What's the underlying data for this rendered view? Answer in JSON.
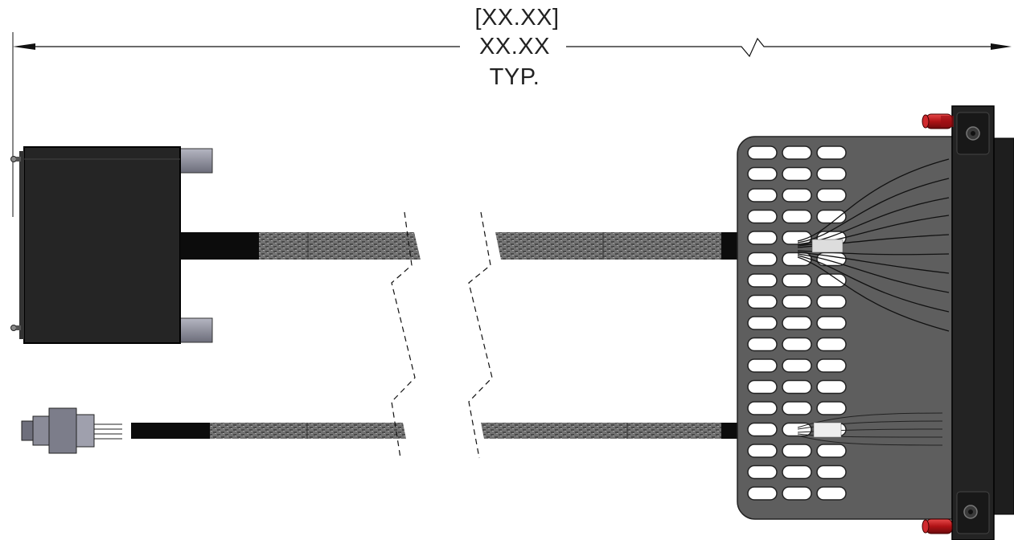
{
  "dimension": {
    "ref_value": "[XX.XX]",
    "value": "XX.XX",
    "note": "TYP."
  },
  "colors": {
    "line": "#111111",
    "box_body": "#252525",
    "panel": "#5e5e5e",
    "slot_fill": "#ffffff",
    "cable_dark": "#0c0c0c",
    "braid": "#6f6f6f",
    "red_post": "#c0181c",
    "tab": "#8a8a96"
  },
  "parts": [
    {
      "name": "backshell-connector",
      "icon": "rectangular-housing"
    },
    {
      "name": "upper-cable",
      "icon": "braided-cable"
    },
    {
      "name": "lower-cable",
      "icon": "braided-cable"
    },
    {
      "name": "inline-plug",
      "icon": "small-connector"
    },
    {
      "name": "mounting-panel",
      "icon": "slotted-plate"
    },
    {
      "name": "d-sub-connector",
      "icon": "flanged-connector"
    }
  ]
}
